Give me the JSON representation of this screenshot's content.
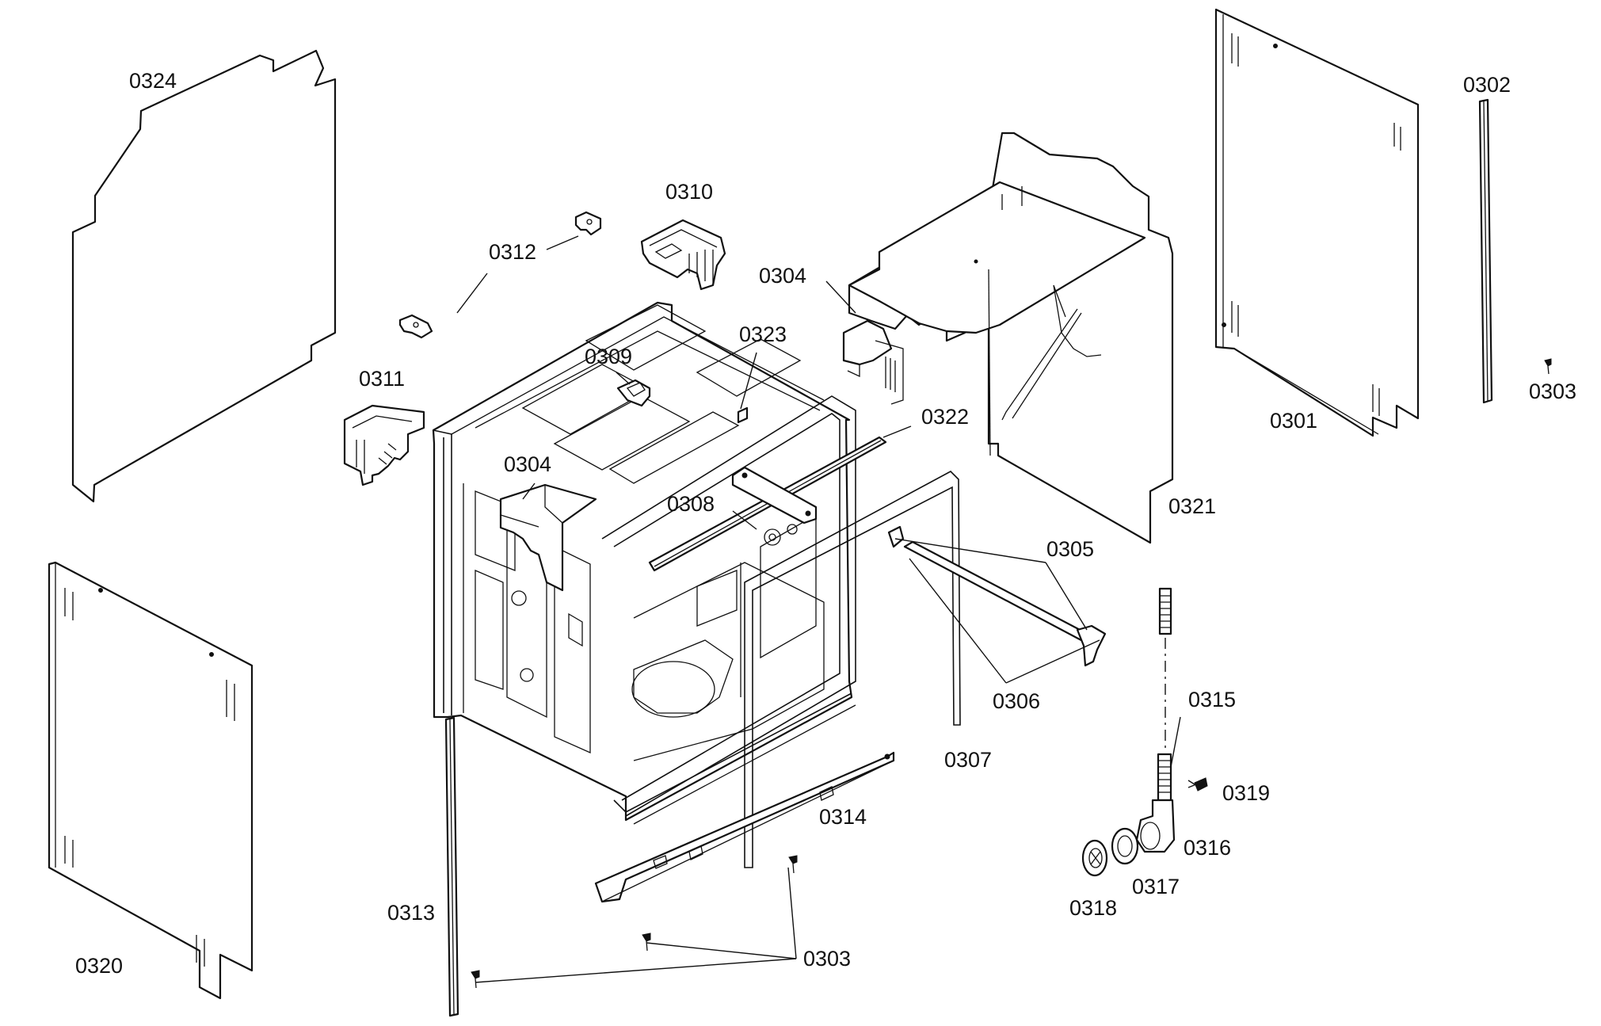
{
  "parts": [
    {
      "id": "p0324",
      "number": "0324"
    },
    {
      "id": "p0312",
      "number": "0312"
    },
    {
      "id": "p0310",
      "number": "0310"
    },
    {
      "id": "p0304a",
      "number": "0304"
    },
    {
      "id": "p0323",
      "number": "0323"
    },
    {
      "id": "p0309",
      "number": "0309"
    },
    {
      "id": "p0311",
      "number": "0311"
    },
    {
      "id": "p0304b",
      "number": "0304"
    },
    {
      "id": "p0322",
      "number": "0322"
    },
    {
      "id": "p0308",
      "number": "0308"
    },
    {
      "id": "p0321",
      "number": "0321"
    },
    {
      "id": "p0301",
      "number": "0301"
    },
    {
      "id": "p0302",
      "number": "0302"
    },
    {
      "id": "p0303a",
      "number": "0303"
    },
    {
      "id": "p0305",
      "number": "0305"
    },
    {
      "id": "p0306",
      "number": "0306"
    },
    {
      "id": "p0307",
      "number": "0307"
    },
    {
      "id": "p0315",
      "number": "0315"
    },
    {
      "id": "p0319",
      "number": "0319"
    },
    {
      "id": "p0316",
      "number": "0316"
    },
    {
      "id": "p0317",
      "number": "0317"
    },
    {
      "id": "p0318",
      "number": "0318"
    },
    {
      "id": "p0314",
      "number": "0314"
    },
    {
      "id": "p0313",
      "number": "0313"
    },
    {
      "id": "p0320",
      "number": "0320"
    },
    {
      "id": "p0303b",
      "number": "0303"
    }
  ]
}
